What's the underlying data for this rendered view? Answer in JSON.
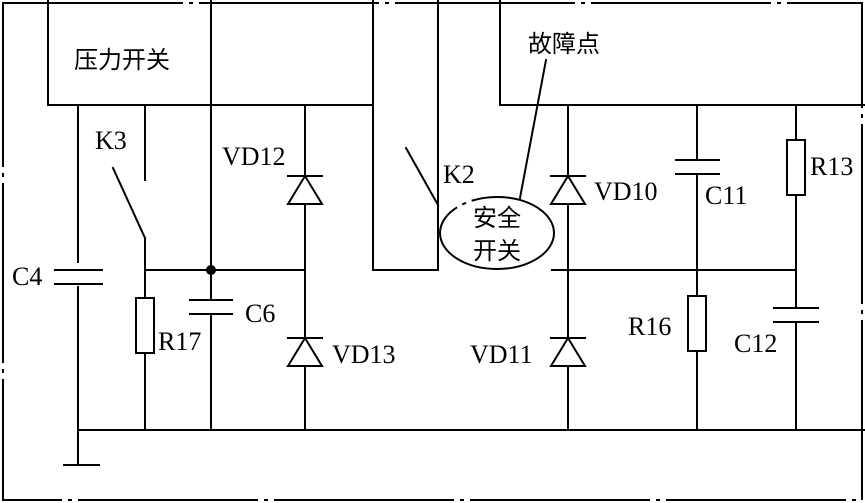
{
  "labels": {
    "pressure_switch": "压力开关",
    "fault_point": "故障点",
    "safety_switch_line1": "安全",
    "safety_switch_line2": "开关",
    "k3": "K3",
    "k2": "K2",
    "c4": "C4",
    "r17": "R17",
    "c6": "C6",
    "vd12": "VD12",
    "vd13": "VD13",
    "vd10": "VD10",
    "vd11": "VD11",
    "c11": "C11",
    "r13": "R13",
    "r16": "R16",
    "c12": "C12"
  }
}
